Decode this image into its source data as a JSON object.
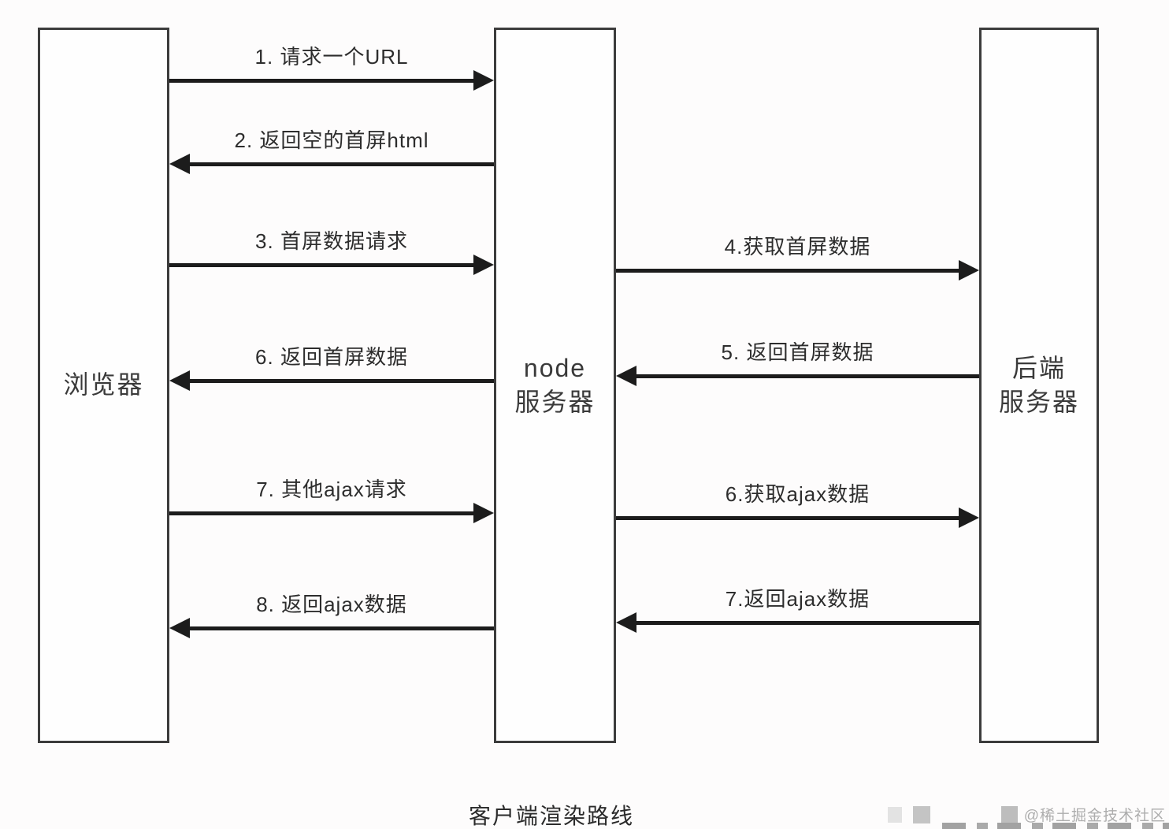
{
  "diagram": {
    "caption": "客户端渲染路线",
    "participants": {
      "browser": {
        "label": "浏览器"
      },
      "node_server": {
        "line1": "node",
        "line2": "服务器"
      },
      "backend_server": {
        "line1": "后端",
        "line2": "服务器"
      }
    },
    "left_messages": [
      {
        "label": "1. 请求一个URL",
        "direction": "right",
        "from": "浏览器",
        "to": "node 服务器"
      },
      {
        "label": "2. 返回空的首屏html",
        "direction": "left",
        "from": "node 服务器",
        "to": "浏览器"
      },
      {
        "label": "3. 首屏数据请求",
        "direction": "right",
        "from": "浏览器",
        "to": "node 服务器"
      },
      {
        "label": "6. 返回首屏数据",
        "direction": "left",
        "from": "node 服务器",
        "to": "浏览器"
      },
      {
        "label": "7. 其他ajax请求",
        "direction": "right",
        "from": "浏览器",
        "to": "node 服务器"
      },
      {
        "label": "8. 返回ajax数据",
        "direction": "left",
        "from": "node 服务器",
        "to": "浏览器"
      }
    ],
    "right_messages": [
      {
        "label": "4.获取首屏数据",
        "direction": "right",
        "from": "node 服务器",
        "to": "后端服务器"
      },
      {
        "label": "5. 返回首屏数据",
        "direction": "left",
        "from": "后端服务器",
        "to": "node 服务器"
      },
      {
        "label": "6.获取ajax数据",
        "direction": "right",
        "from": "node 服务器",
        "to": "后端服务器"
      },
      {
        "label": "7.返回ajax数据",
        "direction": "left",
        "from": "后端服务器",
        "to": "node 服务器"
      }
    ],
    "watermark": {
      "text": "@稀土掘金技术社区"
    }
  }
}
